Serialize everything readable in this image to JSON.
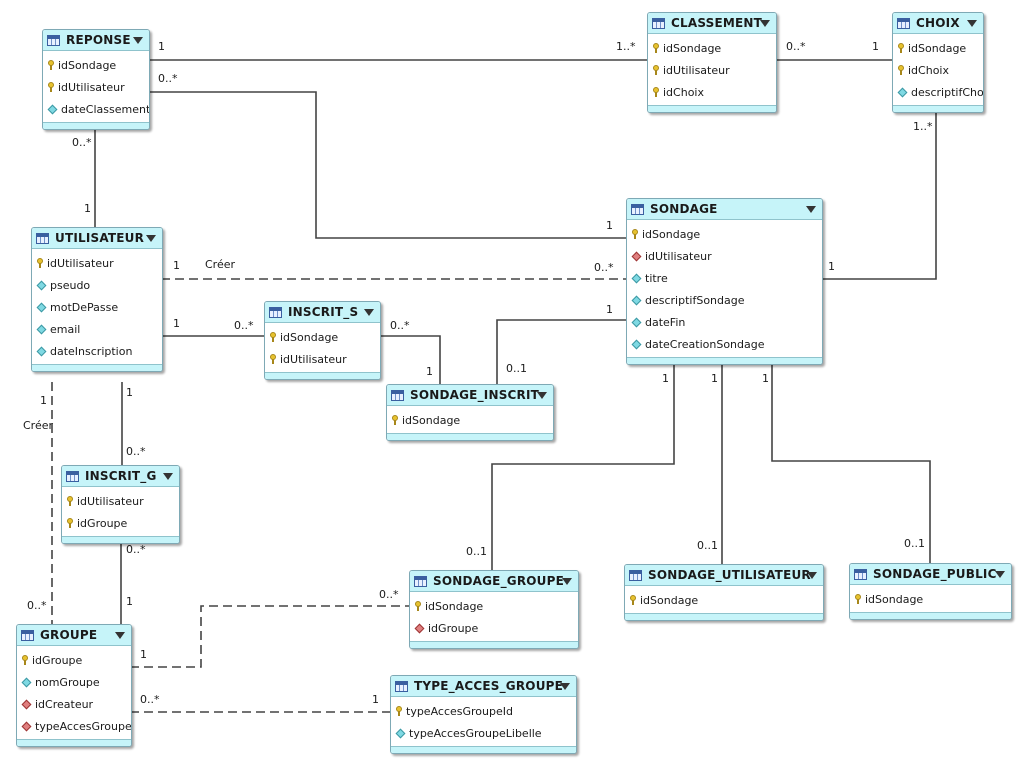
{
  "entities": [
    {
      "id": "reponse",
      "title": "REPONSE",
      "attributes": [
        {
          "name": "idSondage",
          "kind": "key"
        },
        {
          "name": "idUtilisateur",
          "kind": "key"
        },
        {
          "name": "dateClassement",
          "kind": "column"
        }
      ]
    },
    {
      "id": "classement",
      "title": "CLASSEMENT",
      "attributes": [
        {
          "name": "idSondage",
          "kind": "key"
        },
        {
          "name": "idUtilisateur",
          "kind": "key"
        },
        {
          "name": "idChoix",
          "kind": "key"
        }
      ]
    },
    {
      "id": "choix",
      "title": "CHOIX",
      "attributes": [
        {
          "name": "idSondage",
          "kind": "key"
        },
        {
          "name": "idChoix",
          "kind": "key"
        },
        {
          "name": "descriptifChoix",
          "kind": "column"
        }
      ]
    },
    {
      "id": "utilisateur",
      "title": "UTILISATEUR",
      "attributes": [
        {
          "name": "idUtilisateur",
          "kind": "key"
        },
        {
          "name": "pseudo",
          "kind": "column"
        },
        {
          "name": "motDePasse",
          "kind": "column"
        },
        {
          "name": "email",
          "kind": "column"
        },
        {
          "name": "dateInscription",
          "kind": "column"
        }
      ]
    },
    {
      "id": "sondage",
      "title": "SONDAGE",
      "attributes": [
        {
          "name": "idSondage",
          "kind": "key"
        },
        {
          "name": "idUtilisateur",
          "kind": "foreign"
        },
        {
          "name": "titre",
          "kind": "column"
        },
        {
          "name": "descriptifSondage",
          "kind": "column"
        },
        {
          "name": "dateFin",
          "kind": "column"
        },
        {
          "name": "dateCreationSondage",
          "kind": "column"
        }
      ]
    },
    {
      "id": "inscrit_s",
      "title": "INSCRIT_S",
      "attributes": [
        {
          "name": "idSondage",
          "kind": "key"
        },
        {
          "name": "idUtilisateur",
          "kind": "key"
        }
      ]
    },
    {
      "id": "sondage_inscrit",
      "title": "SONDAGE_INSCRIT",
      "attributes": [
        {
          "name": "idSondage",
          "kind": "key"
        }
      ]
    },
    {
      "id": "inscrit_g",
      "title": "INSCRIT_G",
      "attributes": [
        {
          "name": "idUtilisateur",
          "kind": "key"
        },
        {
          "name": "idGroupe",
          "kind": "key"
        }
      ]
    },
    {
      "id": "sondage_groupe",
      "title": "SONDAGE_GROUPE",
      "attributes": [
        {
          "name": "idSondage",
          "kind": "key"
        },
        {
          "name": "idGroupe",
          "kind": "foreign"
        }
      ]
    },
    {
      "id": "sondage_utilisateur",
      "title": "SONDAGE_UTILISATEUR",
      "attributes": [
        {
          "name": "idSondage",
          "kind": "key"
        }
      ]
    },
    {
      "id": "sondage_public",
      "title": "SONDAGE_PUBLIC",
      "attributes": [
        {
          "name": "idSondage",
          "kind": "key"
        }
      ]
    },
    {
      "id": "groupe",
      "title": "GROUPE",
      "attributes": [
        {
          "name": "idGroupe",
          "kind": "key"
        },
        {
          "name": "nomGroupe",
          "kind": "column"
        },
        {
          "name": "idCreateur",
          "kind": "foreign"
        },
        {
          "name": "typeAccesGroupeId",
          "kind": "foreign"
        }
      ]
    },
    {
      "id": "type_acces_groupe",
      "title": "TYPE_ACCES_GROUPE",
      "attributes": [
        {
          "name": "typeAccesGroupeId",
          "kind": "key"
        },
        {
          "name": "typeAccesGroupeLibelle",
          "kind": "column"
        }
      ]
    }
  ],
  "relationships": [
    {
      "id": "reponse-classement",
      "from": "reponse",
      "to": "classement",
      "from_card": "1",
      "to_card": "1..*",
      "style": "solid"
    },
    {
      "id": "classement-choix",
      "from": "classement",
      "to": "choix",
      "from_card": "0..*",
      "to_card": "1",
      "style": "solid"
    },
    {
      "id": "reponse-sondage",
      "from": "reponse",
      "to": "sondage",
      "from_card": "0..*",
      "to_card": "1",
      "style": "solid"
    },
    {
      "id": "reponse-utilisateur",
      "from": "reponse",
      "to": "utilisateur",
      "from_card": "0..*",
      "to_card": "1",
      "style": "solid"
    },
    {
      "id": "choix-sondage",
      "from": "choix",
      "to": "sondage",
      "from_card": "1..*",
      "to_card": "1",
      "style": "solid"
    },
    {
      "id": "utilisateur-sondage",
      "from": "utilisateur",
      "to": "sondage",
      "from_card": "1",
      "to_card": "0..*",
      "label": "Créer",
      "style": "dashed"
    },
    {
      "id": "utilisateur-inscrit_s",
      "from": "utilisateur",
      "to": "inscrit_s",
      "from_card": "1",
      "to_card": "0..*",
      "style": "solid"
    },
    {
      "id": "inscrit_s-sondage_inscrit",
      "from": "inscrit_s",
      "to": "sondage_inscrit",
      "from_card": "0..*",
      "to_card": "1",
      "style": "solid"
    },
    {
      "id": "sondage-sondage_inscrit",
      "from": "sondage",
      "to": "sondage_inscrit",
      "from_card": "1",
      "to_card": "0..1",
      "style": "solid"
    },
    {
      "id": "utilisateur-inscrit_g",
      "from": "utilisateur",
      "to": "inscrit_g",
      "from_card": "1",
      "to_card": "0..*",
      "style": "solid"
    },
    {
      "id": "inscrit_g-groupe",
      "from": "inscrit_g",
      "to": "groupe",
      "from_card": "0..*",
      "to_card": "1",
      "style": "solid"
    },
    {
      "id": "utilisateur-groupe",
      "from": "utilisateur",
      "to": "groupe",
      "from_card": "1",
      "to_card": "0..*",
      "label": "Créer",
      "style": "dashed"
    },
    {
      "id": "sondage-sondage_groupe",
      "from": "sondage",
      "to": "sondage_groupe",
      "from_card": "1",
      "to_card": "0..1",
      "style": "solid"
    },
    {
      "id": "sondage-sondage_utilisateur",
      "from": "sondage",
      "to": "sondage_utilisateur",
      "from_card": "1",
      "to_card": "0..1",
      "style": "solid"
    },
    {
      "id": "sondage-sondage_public",
      "from": "sondage",
      "to": "sondage_public",
      "from_card": "1",
      "to_card": "0..1",
      "style": "solid"
    },
    {
      "id": "groupe-sondage_groupe",
      "from": "groupe",
      "to": "sondage_groupe",
      "from_card": "1",
      "to_card": "0..*",
      "style": "dashed"
    },
    {
      "id": "groupe-type_acces_groupe",
      "from": "groupe",
      "to": "type_acces_groupe",
      "from_card": "0..*",
      "to_card": "1",
      "style": "dashed"
    }
  ]
}
